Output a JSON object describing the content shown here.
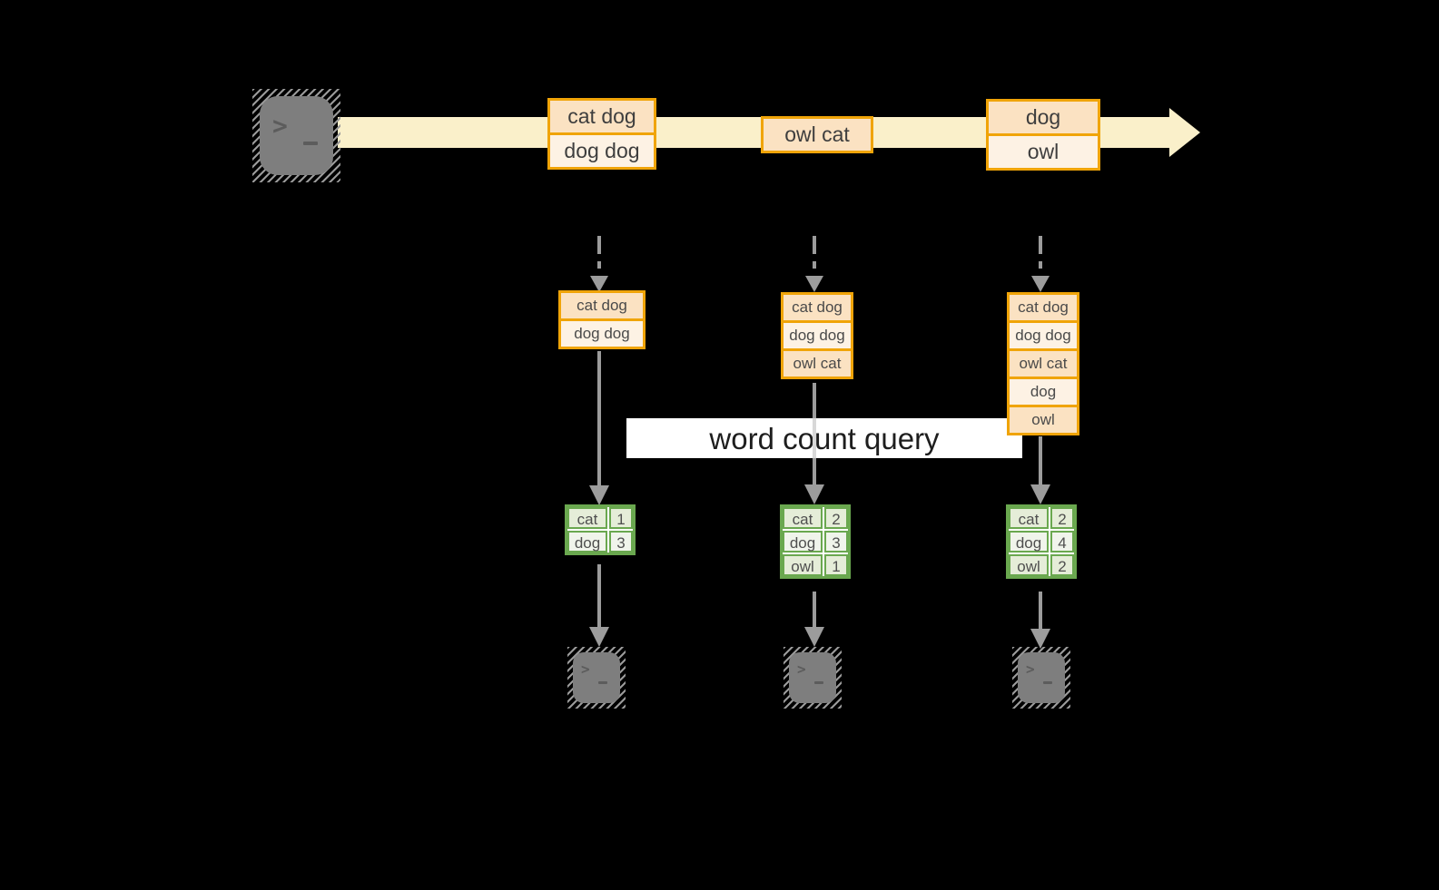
{
  "colors": {
    "background": "#000000",
    "timeline_band": "#FAF0CA",
    "amber_border": "#F0A408",
    "peach_dark": "#FBE2C2",
    "peach_light": "#FDF2E4",
    "green_border": "#6AA84F",
    "green_row_dark": "#E5EDD8",
    "green_row_light": "#F0F4EB",
    "arrow_grey": "#9C9C9C",
    "terminal_grey": "#7E7E7E",
    "query_box": "#FFFFFF"
  },
  "query_label": "word count query",
  "icons": {
    "terminal_prompt": ">"
  },
  "stream": {
    "events": [
      {
        "rows": [
          "cat dog",
          "dog dog"
        ]
      },
      {
        "rows": [
          "owl cat"
        ]
      },
      {
        "rows": [
          "dog",
          "owl"
        ]
      }
    ]
  },
  "columns": [
    {
      "batch": [
        "cat dog",
        "dog dog"
      ],
      "counts": [
        [
          "cat",
          "1"
        ],
        [
          "dog",
          "3"
        ]
      ]
    },
    {
      "batch": [
        "cat dog",
        "dog dog",
        "owl cat"
      ],
      "counts": [
        [
          "cat",
          "2"
        ],
        [
          "dog",
          "3"
        ],
        [
          "owl",
          "1"
        ]
      ]
    },
    {
      "batch": [
        "cat dog",
        "dog dog",
        "owl cat",
        "dog",
        "owl"
      ],
      "counts": [
        [
          "cat",
          "2"
        ],
        [
          "dog",
          "4"
        ],
        [
          "owl",
          "2"
        ]
      ]
    }
  ]
}
